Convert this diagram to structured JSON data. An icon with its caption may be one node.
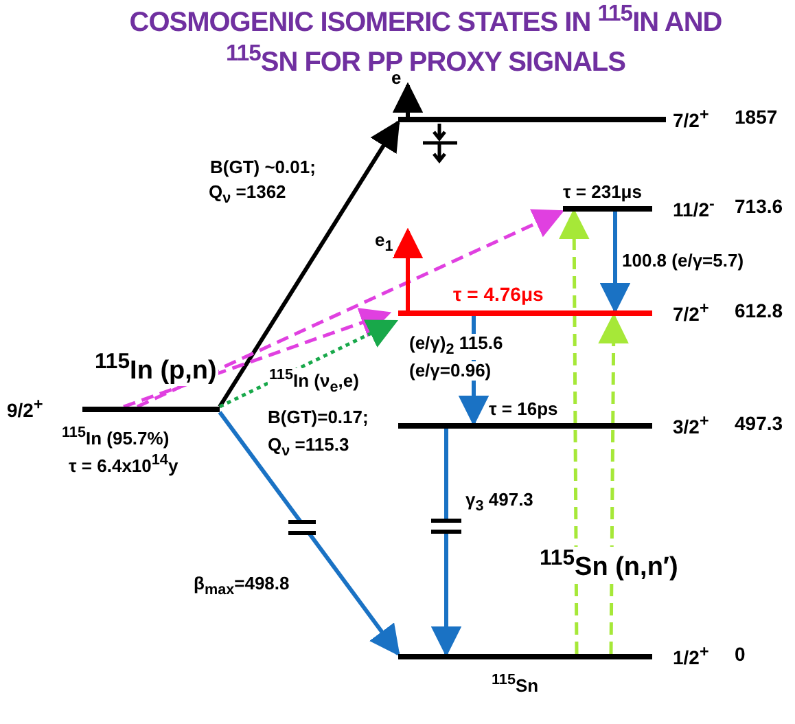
{
  "diagram": {
    "title": "COSMOGENIC ISOMERIC STATES IN $^{115}$IN AND $^{115}$SN FOR PP PROXY SIGNALS",
    "nodes": [
      {
        "text": [
          "9/2$^{+}$"
        ],
        "beside": [
          "$^{115}$In (95.7%)",
          "τ = 6.4x10$^{14}$y"
        ]
      },
      {
        "text": [
          "7/2$^{+}$",
          "1857"
        ]
      },
      {
        "text": [
          "11/2$^{-}$",
          "713.6"
        ],
        "beside": [
          "τ = 231μs"
        ]
      },
      {
        "text": [
          "7/2$^{+}$",
          "612.8"
        ],
        "beside": [
          "τ = 4.76μs"
        ]
      },
      {
        "text": [
          "3/2$^{+}$",
          "497.3"
        ],
        "beside": [
          "τ = 16ps"
        ]
      },
      {
        "text": [
          "1/2$^{+}$",
          "0"
        ],
        "beside": [
          "$^{115}$Sn"
        ]
      }
    ],
    "edges": [
      {
        "from": 0,
        "to": 1,
        "arrow": "to",
        "label": "B(GT) ~0.01;",
        "color": "#000000"
      },
      {
        "from": 0,
        "to": 3,
        "arrow": "to",
        "label": "$^{115}$In (p,n)",
        "style": "dashed",
        "color": "#e040e0"
      },
      {
        "from": 0,
        "to": 2,
        "arrow": "to",
        "style": "dashed",
        "color": "#e040e0"
      },
      {
        "from": 0,
        "to": 3,
        "arrow": "to",
        "label": "$^{115}$In (ν$_{e}$,e)",
        "style": "dashed",
        "color": "#18a84a"
      },
      {
        "from": 1,
        "to": null,
        "arrow": "to",
        "label": "e",
        "color": "#000000"
      },
      {
        "from": 0,
        "to": 5,
        "arrow": "to",
        "label": "β$_{max}$=498.8",
        "color": "#1a72c4"
      },
      {
        "from": 2,
        "to": 3,
        "arrow": "to",
        "label": "100.8 (e/γ=5.7)",
        "color": "#1a72c4"
      },
      {
        "from": 3,
        "to": null,
        "arrow": "to",
        "label": "e$_{1}$",
        "color": "#ff0000"
      },
      {
        "from": 3,
        "to": 4,
        "arrow": "to",
        "label": "(e/γ)$_{2}$  115.6",
        "color": "#1a72c4"
      },
      {
        "from": 4,
        "to": 5,
        "arrow": "to",
        "label": "γ$_{3}$ 497.3",
        "color": "#1a72c4"
      },
      {
        "from": 5,
        "to": 2,
        "arrow": "to",
        "label": "$^{115}$Sn (n,n′)",
        "style": "dashed",
        "color": "#a6e838"
      },
      {
        "from": 5,
        "to": 3,
        "arrow": "to",
        "style": "dashed",
        "color": "#a6e838"
      }
    ],
    "labels": [
      "Q$_{ν}$ =1362",
      "B(GT)=0.17;",
      "Q$_{ν}$ =115.3",
      "(e/γ=0.96)"
    ]
  }
}
